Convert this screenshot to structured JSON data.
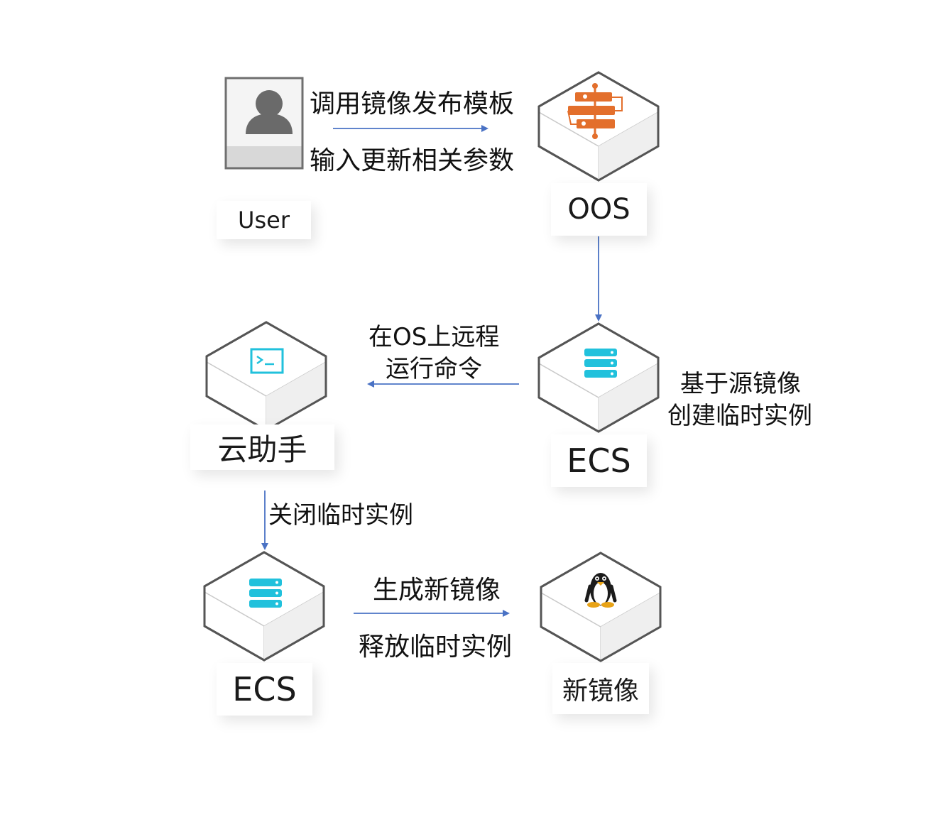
{
  "nodes": {
    "user": {
      "label": "User",
      "icon": "user-avatar-icon"
    },
    "oos": {
      "label": "OOS",
      "icon": "oos-orchestration-icon",
      "icon_color": "#e36f2c"
    },
    "ecs_top": {
      "label": "ECS",
      "icon": "server-icon",
      "icon_color": "#21c1dc"
    },
    "cloud_assistant": {
      "label": "云助手",
      "icon": "terminal-icon",
      "icon_color": "#21c1dc"
    },
    "ecs_bottom": {
      "label": "ECS",
      "icon": "server-icon",
      "icon_color": "#21c1dc"
    },
    "new_image": {
      "label": "新镜像",
      "icon": "linux-penguin-icon"
    }
  },
  "edges": {
    "user_to_oos": {
      "line1": "调用镜像发布模板",
      "line2": "输入更新相关参数"
    },
    "oos_to_ecs": {},
    "ecs_to_assistant": {
      "line1": "在OS上远程",
      "line2": "运行命令"
    },
    "ecs_note": {
      "line1": "基于源镜像",
      "line2": "创建临时实例"
    },
    "assistant_to_ecs": {
      "line1": "关闭临时实例"
    },
    "ecs_to_image": {
      "line1": "生成新镜像",
      "line2": "释放临时实例"
    }
  },
  "colors": {
    "arrow": "#4a72c4",
    "cube_stroke": "#555555",
    "cube_top": "#ffffff",
    "cube_side": "#f0f0f0"
  }
}
